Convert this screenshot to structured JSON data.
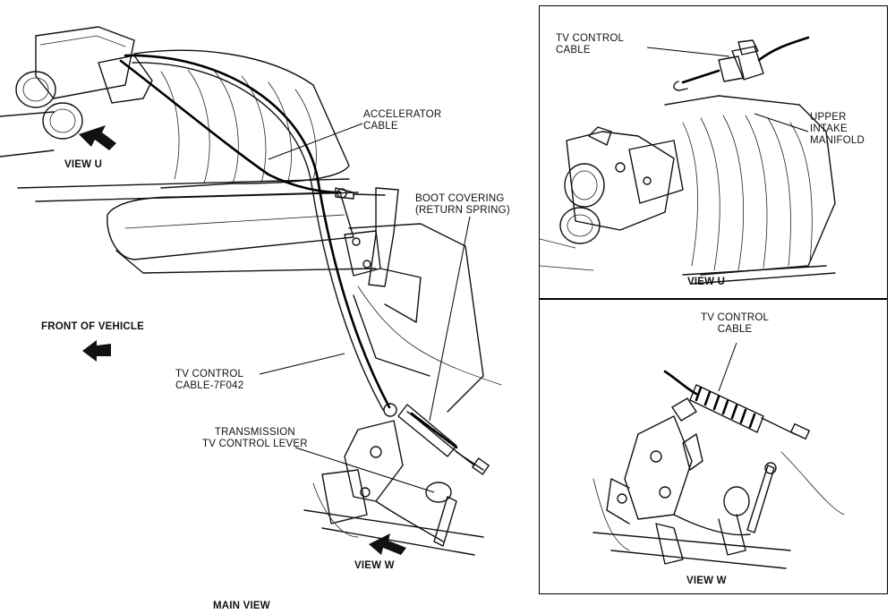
{
  "labels": {
    "accelerator_cable": "ACCELERATOR\nCABLE",
    "boot_covering": "BOOT COVERING\n(RETURN SPRING)",
    "view_u_main": "VIEW U",
    "front_of_vehicle": "FRONT OF VEHICLE",
    "tv_control_cable_main": "TV CONTROL\nCABLE-7F042",
    "transmission_lever": "TRANSMISSION\nTV CONTROL LEVER",
    "view_w_main": "VIEW W",
    "main_view": "MAIN VIEW",
    "inset_u_cable": "TV CONTROL\nCABLE",
    "upper_intake_manifold": "UPPER\nINTAKE\nMANIFOLD",
    "inset_u_caption": "VIEW U",
    "inset_w_cable": "TV CONTROL\nCABLE",
    "inset_w_caption": "VIEW W"
  },
  "colors": {
    "ink": "#111111",
    "paper": "#ffffff"
  }
}
